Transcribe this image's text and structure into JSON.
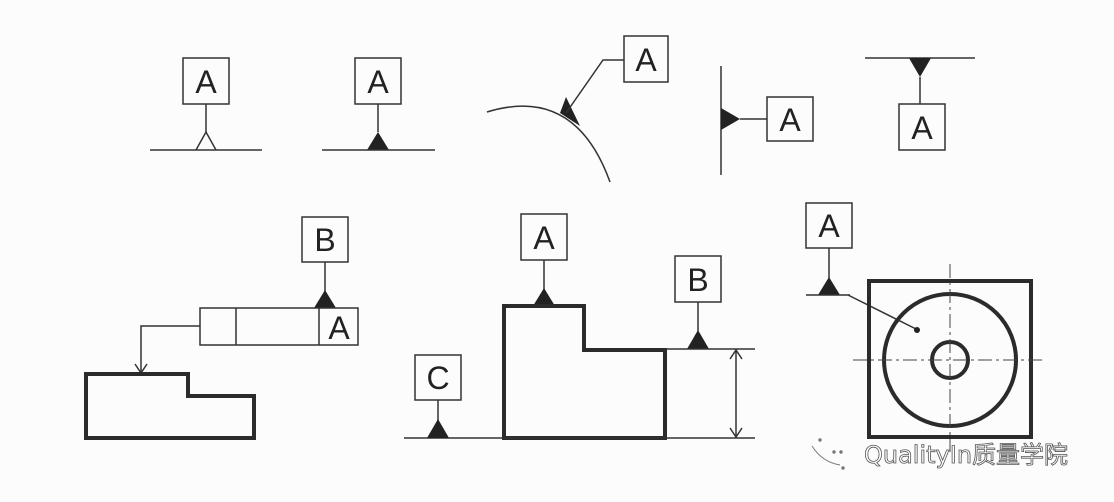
{
  "top_row": {
    "symbol_1_label": "A",
    "symbol_2_label": "A",
    "symbol_3_label": "A",
    "symbol_4_label": "A",
    "symbol_5_label": "A"
  },
  "bottom_left": {
    "datum_label": "B",
    "frame_datum_label": "A"
  },
  "bottom_middle": {
    "datum_top_label": "A",
    "datum_step_label": "B",
    "datum_base_label": "C"
  },
  "bottom_right": {
    "datum_label": "A"
  },
  "watermark": {
    "text": "QualityIn质量学院"
  }
}
